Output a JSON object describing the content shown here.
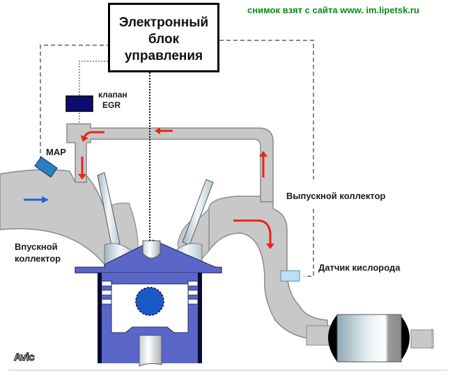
{
  "ecu": {
    "line1": "Электронный",
    "line2": "блок",
    "line3": "управления"
  },
  "source_note": "снимок взят с сайта  www. im.lipetsk.ru",
  "labels": {
    "egr_valve_line1": "клапан",
    "egr_valve_line2": "EGR",
    "map_sensor": "MAP",
    "intake_line1": "Впускной",
    "intake_line2": "коллектор",
    "exhaust": "Выпускной коллектор",
    "oxygen_sensor": "Датчик кислорода",
    "watermark": "Avic"
  },
  "colors": {
    "pipe_gray": "#c8c8c8",
    "flow_red": "#e8231d",
    "intake_blue": "#2366d1",
    "piston_blue": "#5a66c8",
    "egr_valve_navy": "#0c0c70",
    "map_sensor_blue": "#2a80c0",
    "oxygen_sensor_blue": "#bde0f5",
    "source_green": "#0a8a1a"
  },
  "components": [
    {
      "name": "ecu",
      "icon": "ecu-box"
    },
    {
      "name": "egr-valve",
      "icon": "valve-block"
    },
    {
      "name": "map-sensor",
      "icon": "sensor-block"
    },
    {
      "name": "oxygen-sensor",
      "icon": "sensor-block"
    },
    {
      "name": "piston",
      "icon": "piston-cylinder"
    },
    {
      "name": "catalytic-converter",
      "icon": "converter"
    }
  ]
}
